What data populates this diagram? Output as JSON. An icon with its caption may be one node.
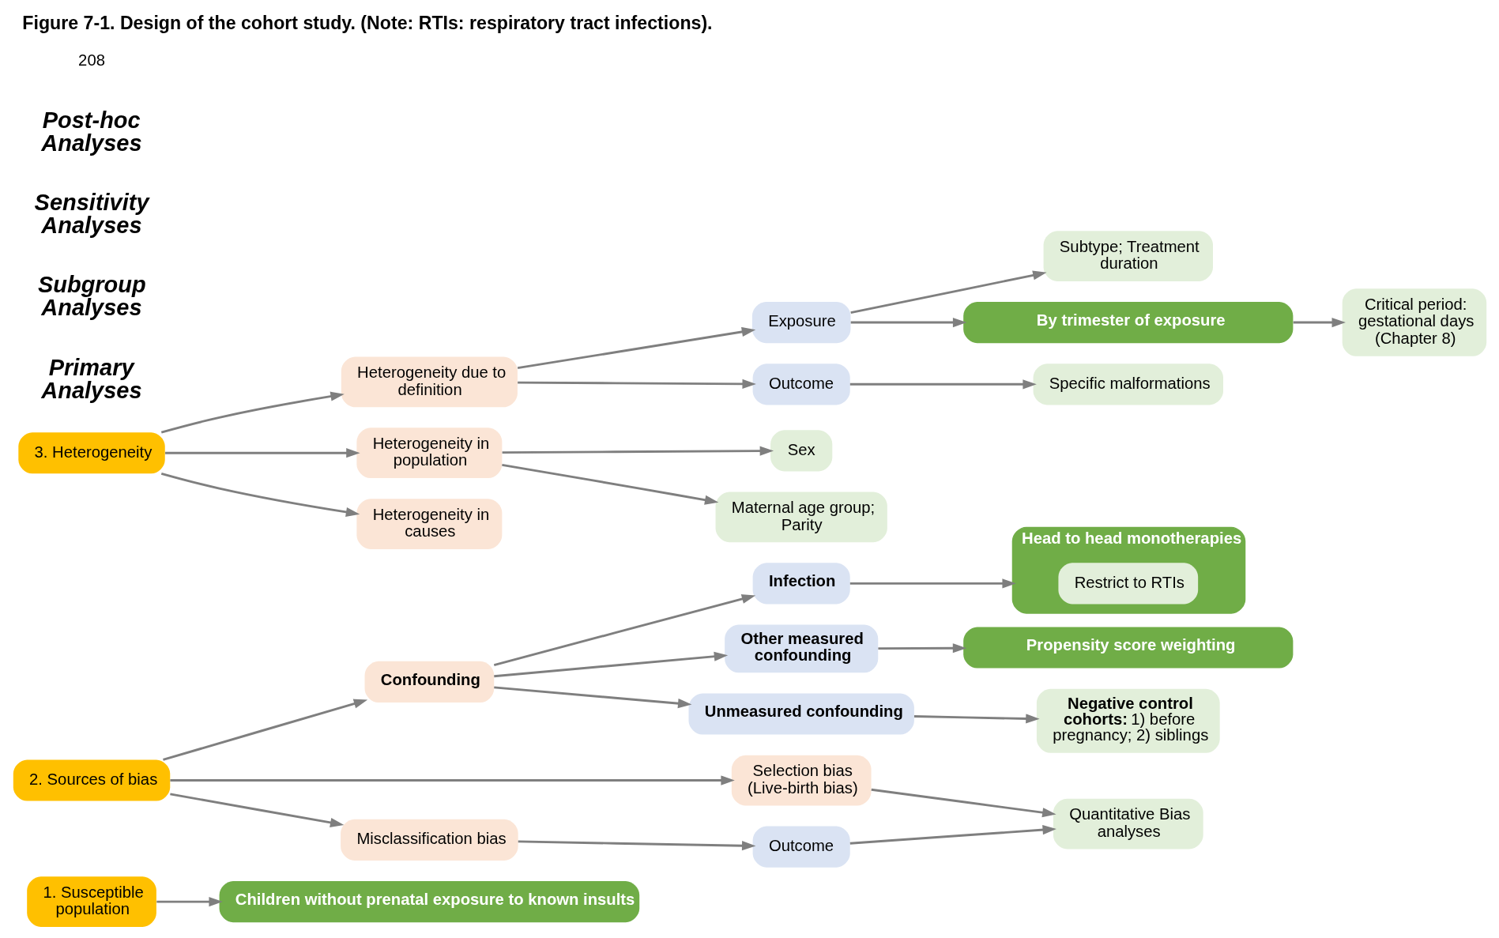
{
  "diagram": {
    "title": "Figure 7-1. Design of the cohort study. (Note: RTIs: respiratory tract infections).",
    "nodes": [
      {
        "text": [
          "1. Susceptible population"
        ]
      },
      {
        "text": [
          "Children without prenatal exposure to known insults"
        ]
      },
      {
        "text": [
          "Confounding"
        ]
      },
      {
        "text": [
          "Infection"
        ]
      },
      {
        "text": [
          "Head to head monotherapies"
        ]
      },
      {
        "text": [
          "Restrict to RTIs"
        ],
        "in": 4
      },
      {
        "text": [
          "Other measured confounding"
        ]
      },
      {
        "text": [
          "Propensity score weighting"
        ]
      },
      {
        "text": [
          "Unmeasured confounding"
        ]
      },
      {
        "text": [
          "**Negative control cohorts:** 1) before pregnancy; 2) siblings"
        ]
      },
      {
        "text": [
          "2. Sources of bias"
        ]
      },
      {
        "text": [
          "Selection bias (Live-birth bias)"
        ]
      },
      {
        "text": [
          "Quantitative Bias analyses"
        ]
      },
      {
        "text": [
          "Misclassification bias"
        ]
      },
      {
        "text": [
          "Outcome"
        ]
      },
      {
        "text": [
          "Subtype; Treatment duration"
        ]
      },
      {
        "text": [
          "Heterogeneity due to definition"
        ]
      },
      {
        "text": [
          "Exposure"
        ]
      },
      {
        "text": [
          "By trimester of exposure"
        ]
      },
      {
        "text": [
          "Critical period: gestational days (Chapter 8)"
        ]
      },
      {
        "text": [
          "3. Heterogeneity"
        ]
      },
      {
        "text": [
          "Outcome"
        ]
      },
      {
        "text": [
          "Specific malformations"
        ]
      },
      {
        "text": [
          "Heterogeneity in population"
        ]
      },
      {
        "text": [
          "Sex"
        ]
      },
      {
        "text": [
          "Maternal age group; Parity"
        ]
      },
      {
        "text": [
          "Heterogeneity in causes"
        ]
      }
    ],
    "edges": [
      {
        "from": 0,
        "to": 1,
        "arrow": "to"
      },
      {
        "from": 10,
        "to": 2,
        "arrow": "to"
      },
      {
        "from": 2,
        "to": 3,
        "arrow": "to"
      },
      {
        "from": 2,
        "to": 6,
        "arrow": "to"
      },
      {
        "from": 2,
        "to": 8,
        "arrow": "to"
      },
      {
        "from": 3,
        "to": 4,
        "arrow": "to"
      },
      {
        "from": 6,
        "to": 7,
        "arrow": "to"
      },
      {
        "from": 8,
        "to": 9,
        "arrow": "to"
      },
      {
        "from": 10,
        "to": 11,
        "arrow": "to"
      },
      {
        "from": 10,
        "to": 13,
        "arrow": "to"
      },
      {
        "from": 11,
        "to": 12,
        "arrow": "to"
      },
      {
        "from": 13,
        "to": 14,
        "arrow": "to"
      },
      {
        "from": 14,
        "to": 12,
        "arrow": "to"
      },
      {
        "from": 20,
        "to": 16,
        "arrow": "to"
      },
      {
        "from": 20,
        "to": 23,
        "arrow": "to"
      },
      {
        "from": 20,
        "to": 26,
        "arrow": "to"
      },
      {
        "from": 16,
        "to": 17,
        "arrow": "to"
      },
      {
        "from": 16,
        "to": 21,
        "arrow": "to"
      },
      {
        "from": 17,
        "to": 15,
        "arrow": "to"
      },
      {
        "from": 17,
        "to": 18,
        "arrow": "to"
      },
      {
        "from": 18,
        "to": 19,
        "arrow": "to"
      },
      {
        "from": 21,
        "to": 22,
        "arrow": "to"
      },
      {
        "from": 23,
        "to": 24,
        "arrow": "to"
      },
      {
        "from": 23,
        "to": 25,
        "arrow": "to"
      }
    ],
    "labels": [
      "Primary Analyses",
      "Subgroup Analyses",
      "Sensitivity Analyses",
      "Post-hoc Analyses",
      "208"
    ]
  }
}
